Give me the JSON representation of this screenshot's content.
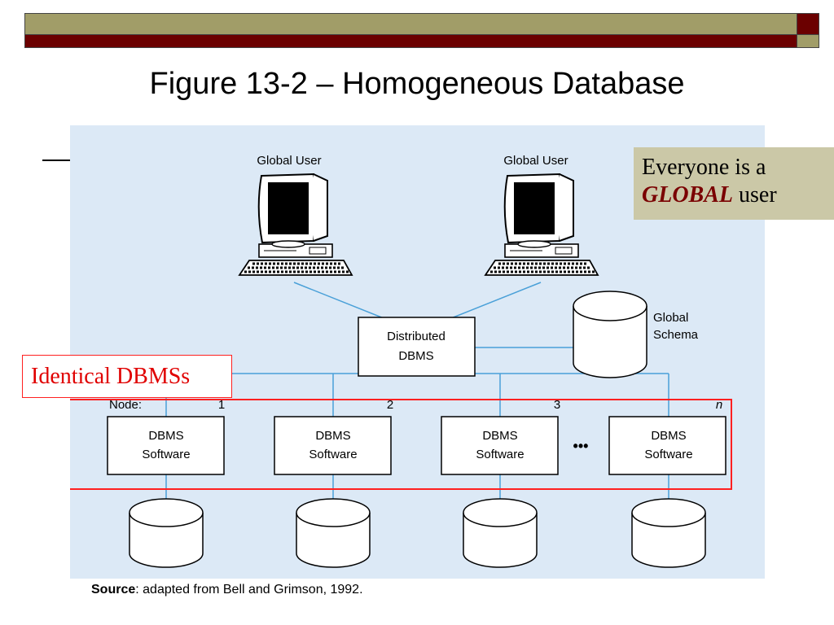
{
  "slide": {
    "title": "Figure 13-2 – Homogeneous Database"
  },
  "callouts": {
    "global": {
      "line1": "Everyone is a",
      "emphasis": "GLOBAL",
      "rest": " user"
    },
    "identical": "Identical DBMSs"
  },
  "diagram": {
    "users": [
      "Global User",
      "Global User"
    ],
    "distributed": [
      "Distributed",
      "DBMS"
    ],
    "schema": [
      "Global",
      "Schema"
    ],
    "node_label": "Node:",
    "node_numbers": [
      "1",
      "2",
      "3",
      "n"
    ],
    "dbms_lines": [
      "DBMS",
      "Software"
    ],
    "ellipsis": "•••"
  },
  "source": {
    "label": "Source",
    "text": ": adapted from Bell and Grimson, 1992."
  },
  "colors": {
    "accent_olive": "#a19d68",
    "accent_maroon": "#6b0000",
    "highlight_red": "#e00000",
    "connector_blue": "#4aa0d8"
  }
}
